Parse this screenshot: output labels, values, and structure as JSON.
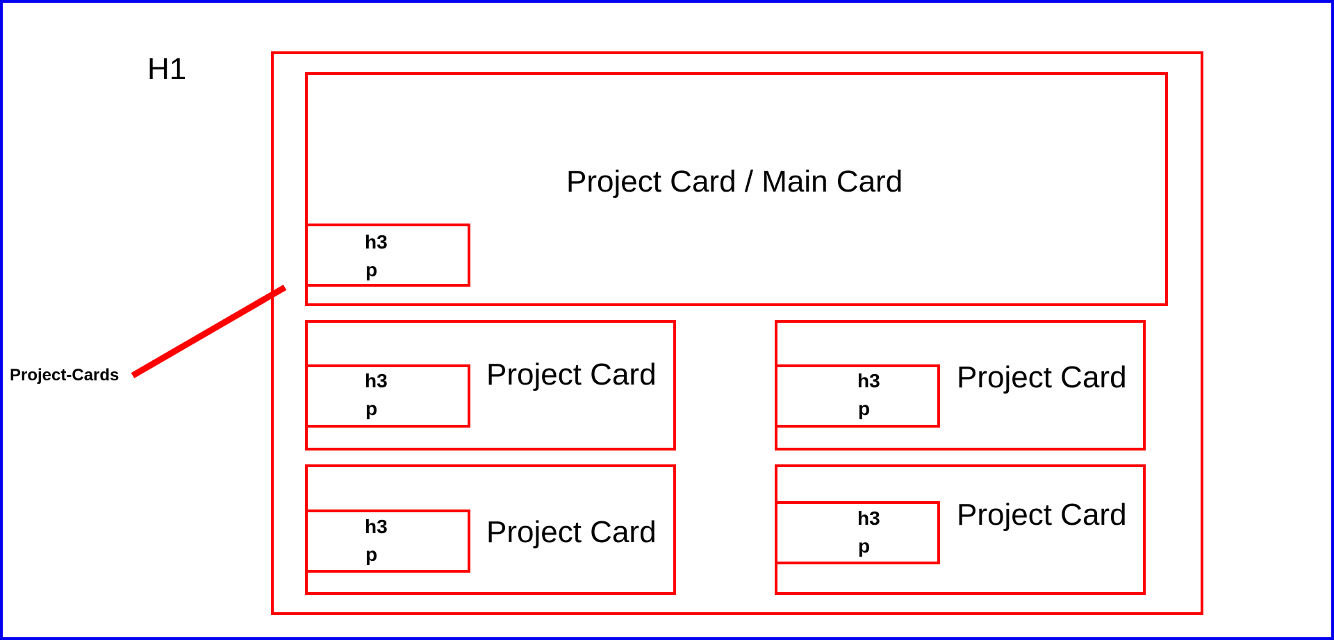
{
  "heading": "H1",
  "callout": {
    "label": "Project-Cards",
    "color": "#ff0000"
  },
  "main_card": {
    "title": "Project Card / Main Card",
    "inner": {
      "h3": "h3",
      "p": "p"
    }
  },
  "cards": [
    {
      "title": "Project Card",
      "inner": {
        "h3": "h3",
        "p": "p"
      }
    },
    {
      "title": "Project Card",
      "inner": {
        "h3": "h3",
        "p": "p"
      }
    },
    {
      "title": "Project Card",
      "inner": {
        "h3": "h3",
        "p": "p"
      }
    },
    {
      "title": "Project Card",
      "inner": {
        "h3": "h3",
        "p": "p"
      }
    }
  ],
  "colors": {
    "frame": "#0000ee",
    "boxes": "#ff0000"
  }
}
